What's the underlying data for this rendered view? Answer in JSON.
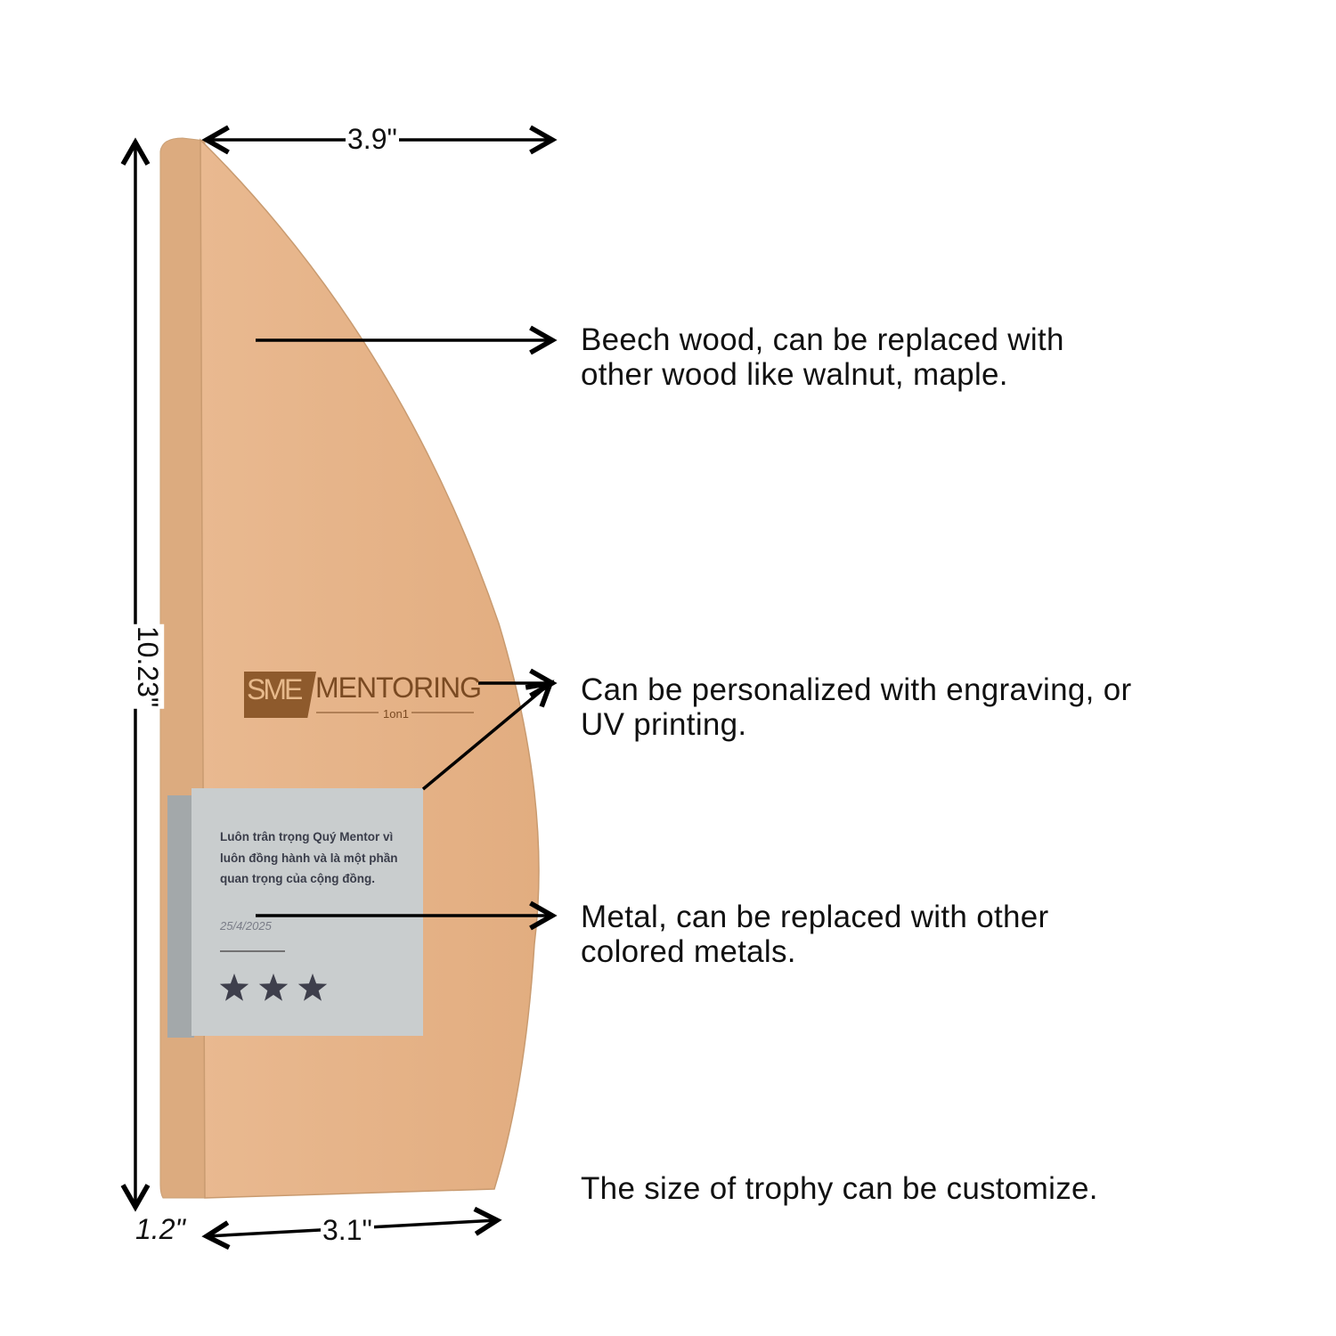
{
  "dimensions": {
    "width": "3.9\"",
    "height": "10.23\"",
    "depth": "1.2\"",
    "base_width": "3.1\""
  },
  "callouts": [
    {
      "id": "wood",
      "lines": [
        "Beech wood, can be replaced with",
        "other wood like walnut, maple."
      ]
    },
    {
      "id": "personalization",
      "lines": [
        "Can be personalized with engraving, or",
        "UV printing."
      ]
    },
    {
      "id": "metal",
      "lines": [
        "Metal, can be replaced with other",
        "colored metals."
      ]
    },
    {
      "id": "size",
      "lines": [
        "The size of trophy can be customize."
      ]
    }
  ],
  "trophy": {
    "logo": {
      "brand": "SME",
      "word": "MENTORING",
      "sub": "1on1"
    },
    "plaque": {
      "message": "Luôn trân trọng Quý Mentor vì luôn đồng hành và là một phần quan trọng của cộng đồng.",
      "date": "25/4/2025",
      "stars": 3
    },
    "colors": {
      "wood": "#e7b58a",
      "wood_side": "#d9a77c",
      "metal": "#c7cbcb",
      "metal_side": "#9fa4a6"
    }
  }
}
